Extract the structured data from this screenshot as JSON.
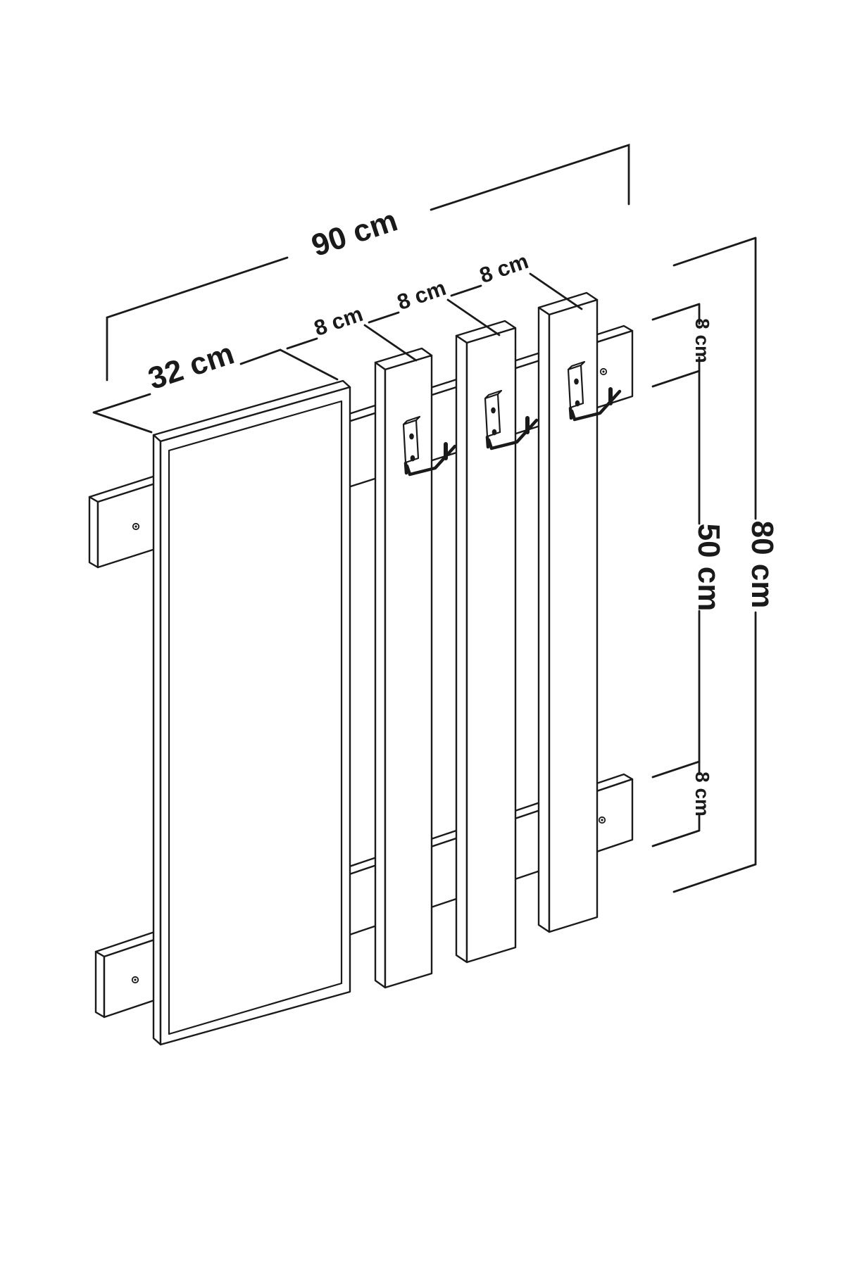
{
  "figure": {
    "type": "furniture-dimension-diagram",
    "subject": "wall-mounted coat rack with mirror, three vertical slats with double hooks, and two horizontal mounting rails",
    "background_color": "#ffffff",
    "line_color": "#1a1a1a"
  },
  "dimensions": {
    "overall_width": "90 cm",
    "mirror_width": "32 cm",
    "slat1_width": "8 cm",
    "slat2_width": "8 cm",
    "slat3_width": "8 cm",
    "top_rail_height": "8 cm",
    "rail_gap_height": "50 cm",
    "overall_height": "80 cm",
    "bottom_rail_height": "8 cm"
  }
}
